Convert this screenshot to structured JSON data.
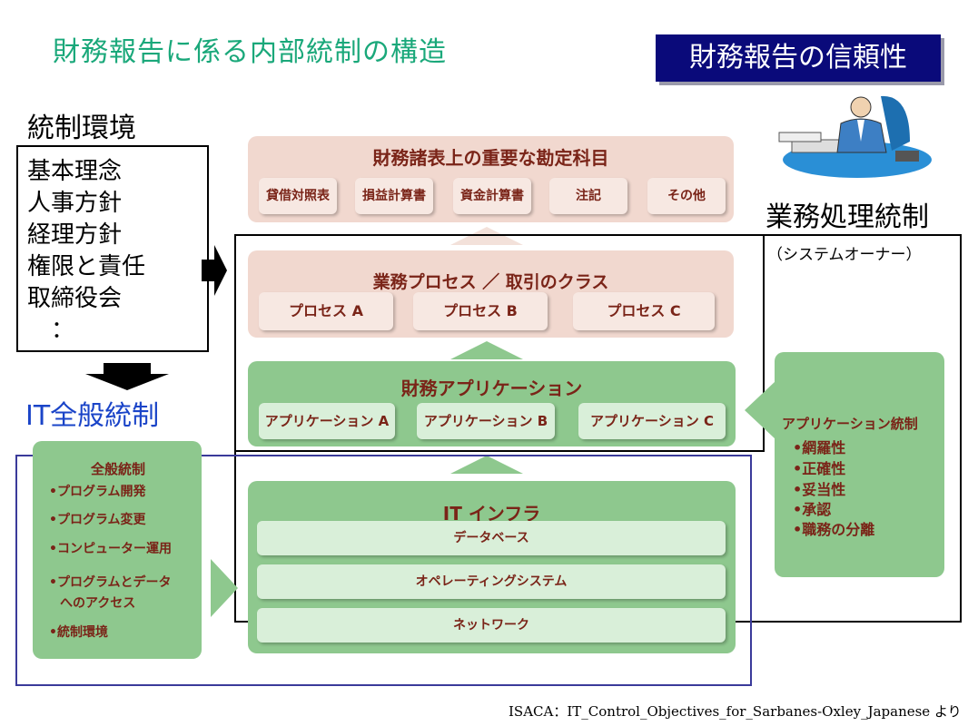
{
  "title": "財務報告に係る内部統制の構造",
  "reliability_label": "財務報告の信頼性",
  "control_environment": {
    "title": "統制環境",
    "items": [
      "基本理念",
      "人事方針",
      "経理方針",
      "権限と責任",
      "取締役会",
      "　："
    ]
  },
  "it_general_control_title": "IT全般統制",
  "business_control": {
    "title": "業務処理統制",
    "owner": "（システムオーナー）"
  },
  "accounts": {
    "title": "財務諸表上の重要な勘定科目",
    "items": [
      "貸借対照表",
      "損益計算書",
      "資金計算書",
      "注記",
      "その他"
    ]
  },
  "process": {
    "title": "業務プロセス ／ 取引のクラス",
    "items": [
      "プロセス A",
      "プロセス B",
      "プロセス C"
    ]
  },
  "application": {
    "title": "財務アプリケーション",
    "items": [
      "アプリケーション A",
      "アプリケーション B",
      "アプリケーション C"
    ]
  },
  "app_control": {
    "title": "アプリケーション統制",
    "items": [
      "•網羅性",
      "•正確性",
      "•妥当性",
      "•承認",
      "•職務の分離"
    ]
  },
  "general_control": {
    "title": "全般統制",
    "items": [
      "•プログラム開発",
      "•プログラム変更",
      "•コンピューター運用",
      "•プログラムとデータ",
      "へのアクセス",
      "•統制環境"
    ]
  },
  "infra": {
    "title": "IT インフラ",
    "items": [
      "データベース",
      "オペレーティングシステム",
      "ネットワーク"
    ]
  },
  "footer": "ISACA：IT_Control_Objectives_for_Sarbanes-Oxley_Japanese より"
}
